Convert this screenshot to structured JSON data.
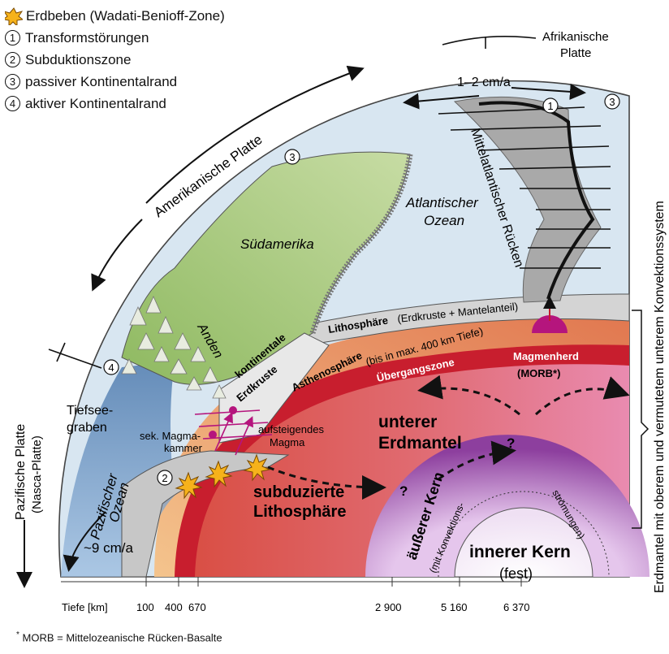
{
  "legend": {
    "earthquake": "Erdbeben (Wadati-Benioff-Zone)",
    "items": [
      {
        "num": "1",
        "label": "Transformstörungen"
      },
      {
        "num": "2",
        "label": "Subduktionszone"
      },
      {
        "num": "3",
        "label": "passiver Kontinentalrand"
      },
      {
        "num": "4",
        "label": "aktiver Kontinentalrand"
      }
    ]
  },
  "plates": {
    "african_1": "Afrikanische",
    "african_2": "Platte",
    "american": "Amerikanische Platte",
    "pacific_1": "Pazifische Platte",
    "pacific_2": "(Nasca-Platte)"
  },
  "rates": {
    "spreading": "1–2 cm/a",
    "subduction": "~9 cm/a"
  },
  "features": {
    "ridge": "Mittelatlantischer Rücken",
    "ocean_atl_1": "Atlantischer",
    "ocean_atl_2": "Ozean",
    "south_america": "Südamerika",
    "andes": "Anden",
    "trench_1": "Tiefsee-",
    "trench_2": "graben",
    "ocean_pac_1": "Pazifischer",
    "ocean_pac_2": "Ozean",
    "cont_crust_1": "kontinentale",
    "cont_crust_2": "Erdkruste",
    "lithosphere": "Lithosphäre",
    "lithosphere_note": "(Erdkruste + Mantelanteil)",
    "asthenosphere": "Asthenosphäre",
    "asthenosphere_note": "(bis in max. 400 km Tiefe)",
    "transition": "Übergangszone",
    "magma_chamber": "Magmenherd",
    "morb": "(MORB*)",
    "sek_1": "sek. Magma-",
    "sek_2": "kammer",
    "rising_1": "aufsteigendes",
    "rising_2": "Magma",
    "lower_mantle_1": "unterer",
    "lower_mantle_2": "Erdmantel",
    "subducted_1": "subduzierte",
    "subducted_2": "Lithosphäre",
    "outer_core": "äußerer Kern",
    "outer_core_note_1": "(mit Konvektions-",
    "outer_core_note_2": "strömungen)",
    "inner_core": "innerer Kern",
    "inner_core_note": "(fest)",
    "question": "?",
    "side_label": "Erdmantel mit oberem und vermutetem unterem Konvektionssystem"
  },
  "depth_axis": {
    "label": "Tiefe [km]",
    "ticks": [
      "100",
      "400",
      "670",
      "2 900",
      "5 160",
      "6 370"
    ]
  },
  "footnote": {
    "mark": "*",
    "text": "MORB = Mittelozeanische Rücken-Basalte"
  },
  "markers": {
    "one": "1",
    "two": "2",
    "three": "3",
    "four": "4"
  },
  "colors": {
    "mantle_red": "#d24a3c",
    "lower_mantle_pink": "#e4767f",
    "transition_red": "#c41a2f",
    "asthenosphere_orange": "#e9875c",
    "lithosphere_grey": "#d9d9d9",
    "ocean_blue": "#cfe0ee",
    "continent_green": "#9cc06a",
    "core_purple": "#9b5aa6",
    "magma_magenta": "#b5157d"
  }
}
